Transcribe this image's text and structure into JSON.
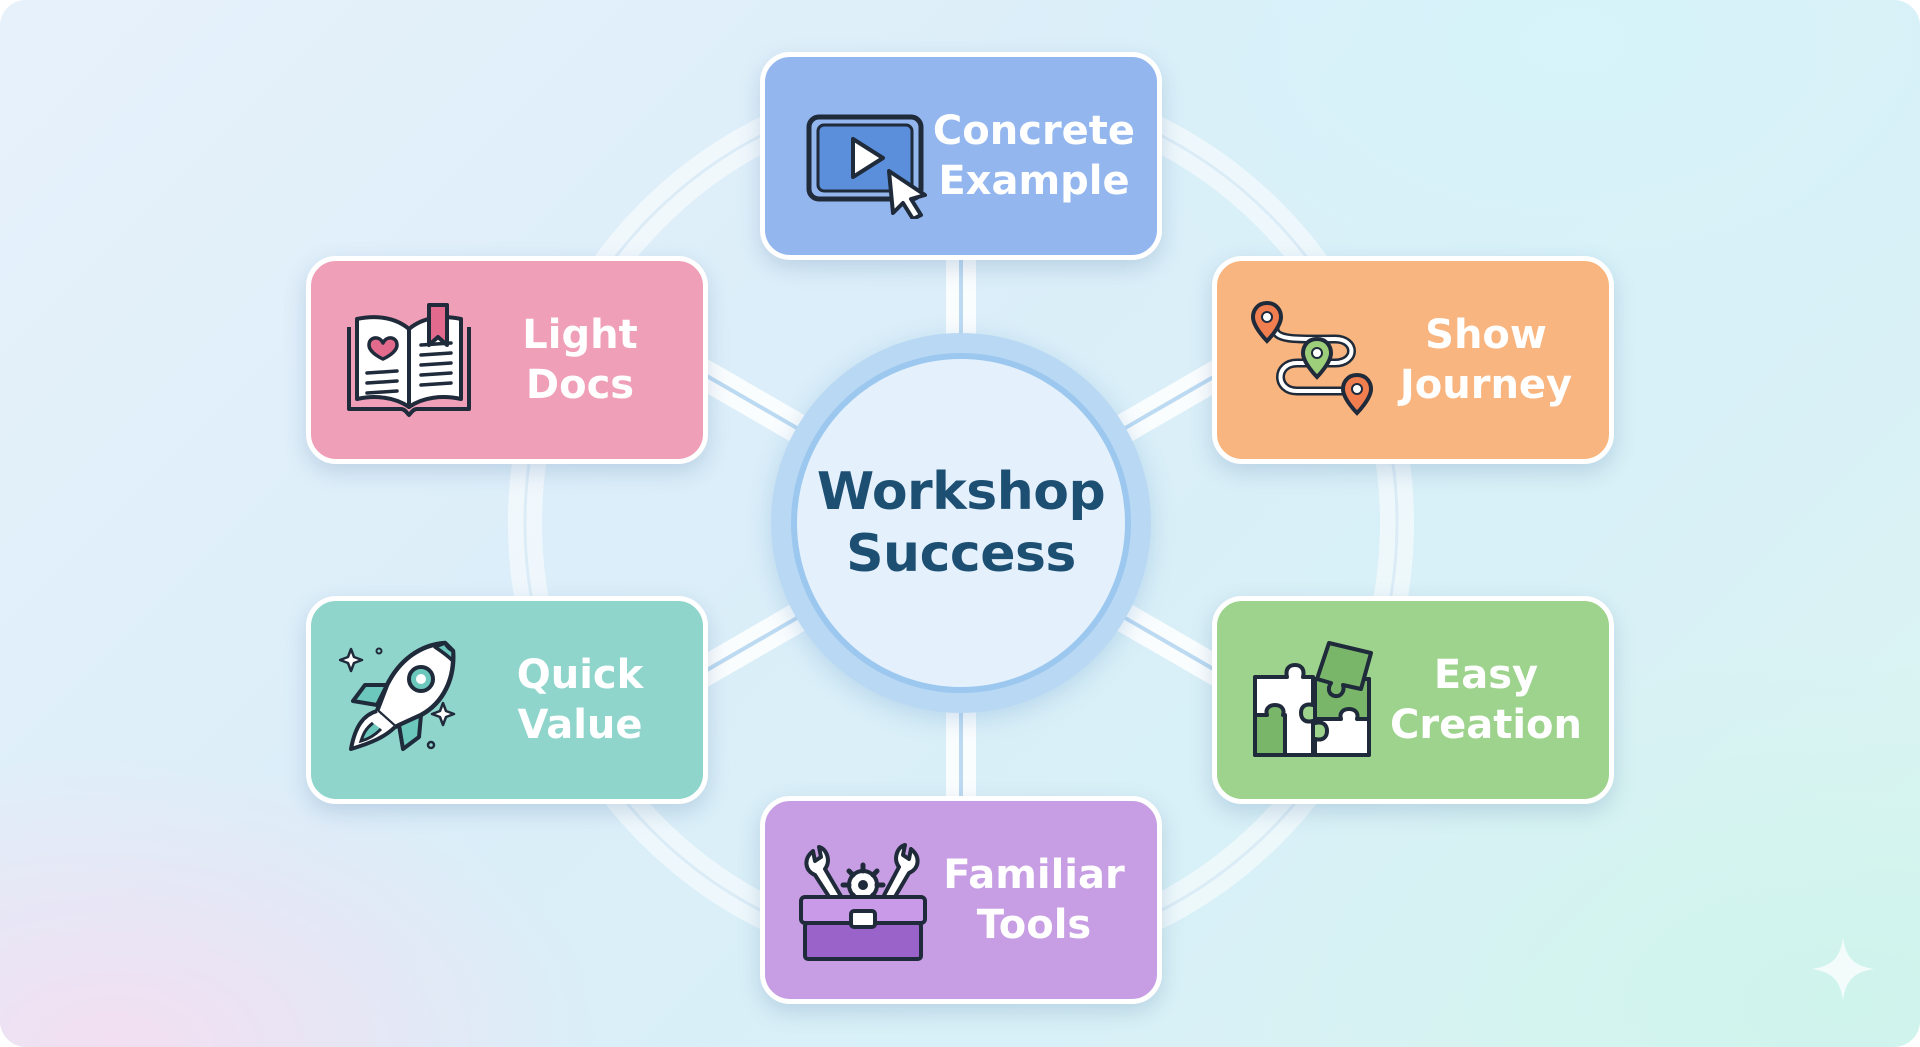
{
  "diagram": {
    "center": {
      "title": "Workshop\nSuccess"
    },
    "nodes": [
      {
        "id": "concrete-example",
        "label": "Concrete\nExample",
        "icon": "video-player-cursor-icon",
        "color": "#93b6ee"
      },
      {
        "id": "show-journey",
        "label": "Show\nJourney",
        "icon": "journey-path-icon",
        "color": "#f8b57f"
      },
      {
        "id": "easy-creation",
        "label": "Easy\nCreation",
        "icon": "puzzle-pieces-icon",
        "color": "#9dd38c"
      },
      {
        "id": "familiar-tools",
        "label": "Familiar\nTools",
        "icon": "toolbox-icon",
        "color": "#c79ee3"
      },
      {
        "id": "quick-value",
        "label": "Quick\nValue",
        "icon": "rocket-icon",
        "color": "#8fd5cc"
      },
      {
        "id": "light-docs",
        "label": "Light\nDocs",
        "icon": "open-book-icon",
        "color": "#ef9fb7"
      }
    ]
  }
}
